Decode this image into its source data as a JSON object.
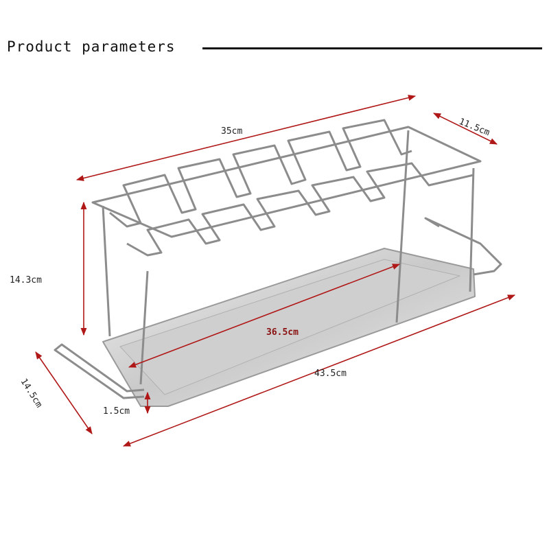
{
  "title": "Product parameters",
  "colors": {
    "dimension_line": "#b01818",
    "wire": "#9a9a9a",
    "tray": "#d8d8d8"
  },
  "dimensions": {
    "length_top": "35cm",
    "width_top": "11.5cm",
    "height": "14.3cm",
    "tray_inner_length": "36.5cm",
    "overall_length": "43.5cm",
    "overall_width": "14.5cm",
    "tray_depth": "1.5cm"
  }
}
